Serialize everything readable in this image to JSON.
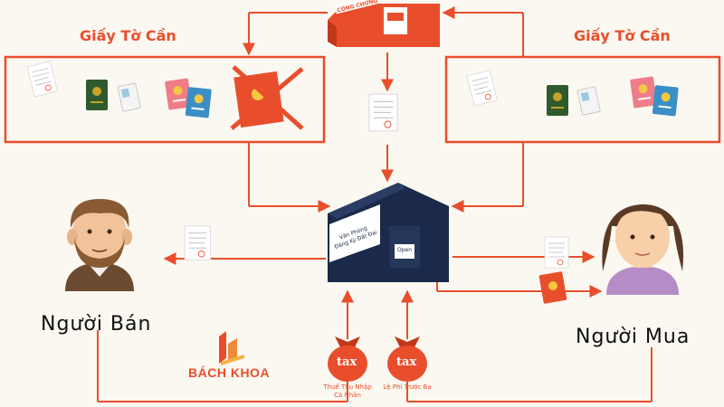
{
  "left_requirements": {
    "title": "Giấy Tờ Cần"
  },
  "right_requirements": {
    "title": "Giấy Tờ Cần"
  },
  "notary": {
    "sign": "CÔNG CHỨNG"
  },
  "registration_office": {
    "sign_line1": "Văn Phòng",
    "sign_line2": "Đăng Ký Đất Đai",
    "door_sign": "Open"
  },
  "seller": {
    "label": "Người Bán"
  },
  "buyer": {
    "label": "Người Mua"
  },
  "taxes": [
    {
      "icon_text": "tax",
      "caption_line1": "Thuế Thu Nhập",
      "caption_line2": "Cá Nhân"
    },
    {
      "icon_text": "tax",
      "caption_line1": "Lệ Phí Trước Bạ",
      "caption_line2": ""
    }
  ],
  "brand": {
    "name": "BÁCH KHOA"
  },
  "colors": {
    "accent": "#e94e2c",
    "navy": "#1b2a4a",
    "background": "#fbf8f1"
  },
  "icons": [
    "notary-kiosk-icon",
    "registration-office-icon",
    "passport-icon",
    "id-card-icon",
    "crossed-red-book-icon",
    "tax-bag-icon",
    "male-avatar-icon",
    "female-avatar-icon",
    "document-icon",
    "red-book-icon"
  ]
}
